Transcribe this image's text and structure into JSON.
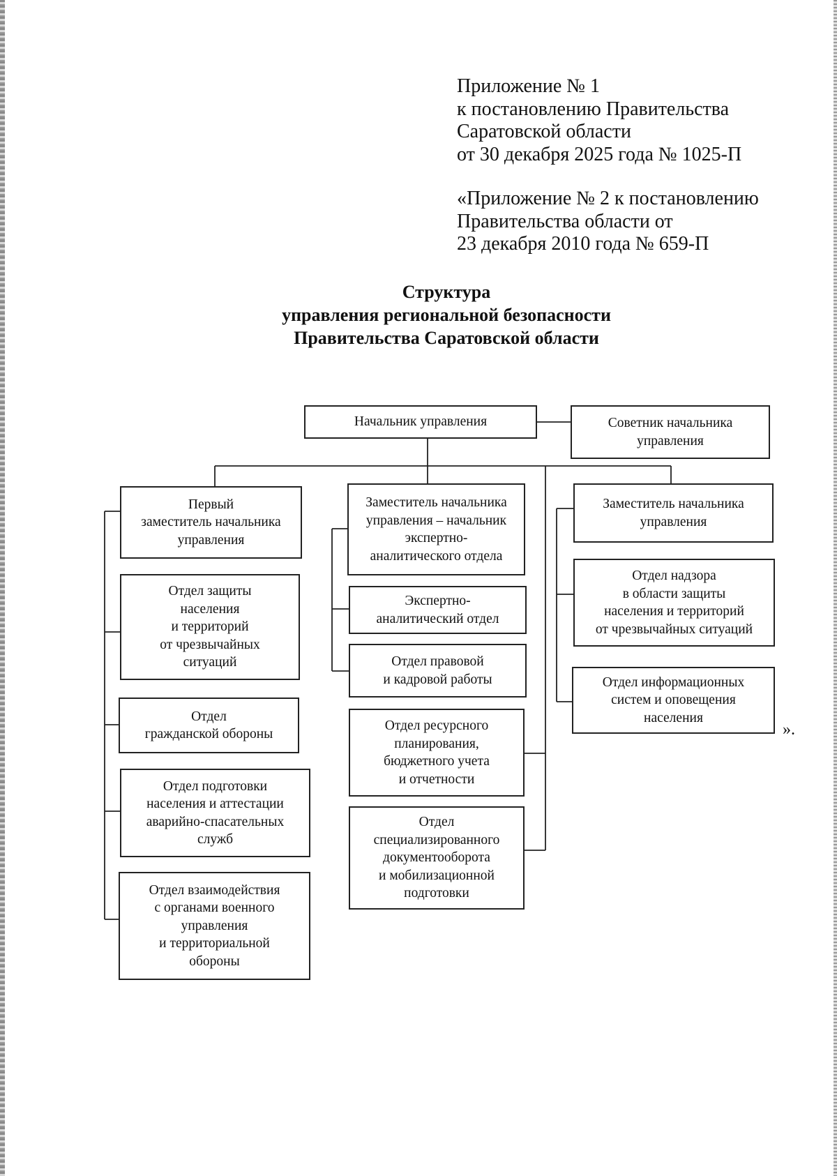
{
  "header": {
    "appendix_lines": [
      "Приложение № 1",
      "к постановлению Правительства",
      "Саратовской области",
      "от 30 декабря 2025 года № 1025-П"
    ],
    "quoted_lines": [
      "«Приложение № 2 к постановлению",
      "Правительства области от",
      "23 декабря 2010 года № 659-П"
    ]
  },
  "title": {
    "lines": [
      "Структура",
      "управления региональной безопасности",
      "Правительства Саратовской области"
    ]
  },
  "chart": {
    "head": "Начальник управления",
    "advisor": "Советник начальника\nуправления",
    "left_column": {
      "deputy": "Первый\nзаместитель начальника\nуправления",
      "departments": [
        "Отдел защиты\nнаселения\nи территорий\nот чрезвычайных\nситуаций",
        "Отдел\nгражданской обороны",
        "Отдел подготовки\nнаселения и аттестации\nаварийно-спасательных\nслужб",
        "Отдел взаимодействия\nс органами военного\nуправления\nи территориальной\nобороны"
      ]
    },
    "middle_column": {
      "deputy": "Заместитель начальника\nуправления – начальник\nэкспертно-\nаналитического отдела",
      "departments": [
        "Экспертно-\nаналитический отдел",
        "Отдел правовой\nи кадровой работы",
        "Отдел ресурсного\nпланирования,\nбюджетного учета\nи отчетности",
        "Отдел\nспециализированного\nдокументооборота\nи мобилизационной\nподготовки"
      ]
    },
    "right_column": {
      "deputy": "Заместитель начальника\nуправления",
      "departments": [
        "Отдел надзора\nв области защиты\nнаселения и территорий\nот чрезвычайных ситуаций",
        "Отдел информационных\nсистем и оповещения\nнаселения"
      ]
    },
    "closing_mark": "»."
  }
}
